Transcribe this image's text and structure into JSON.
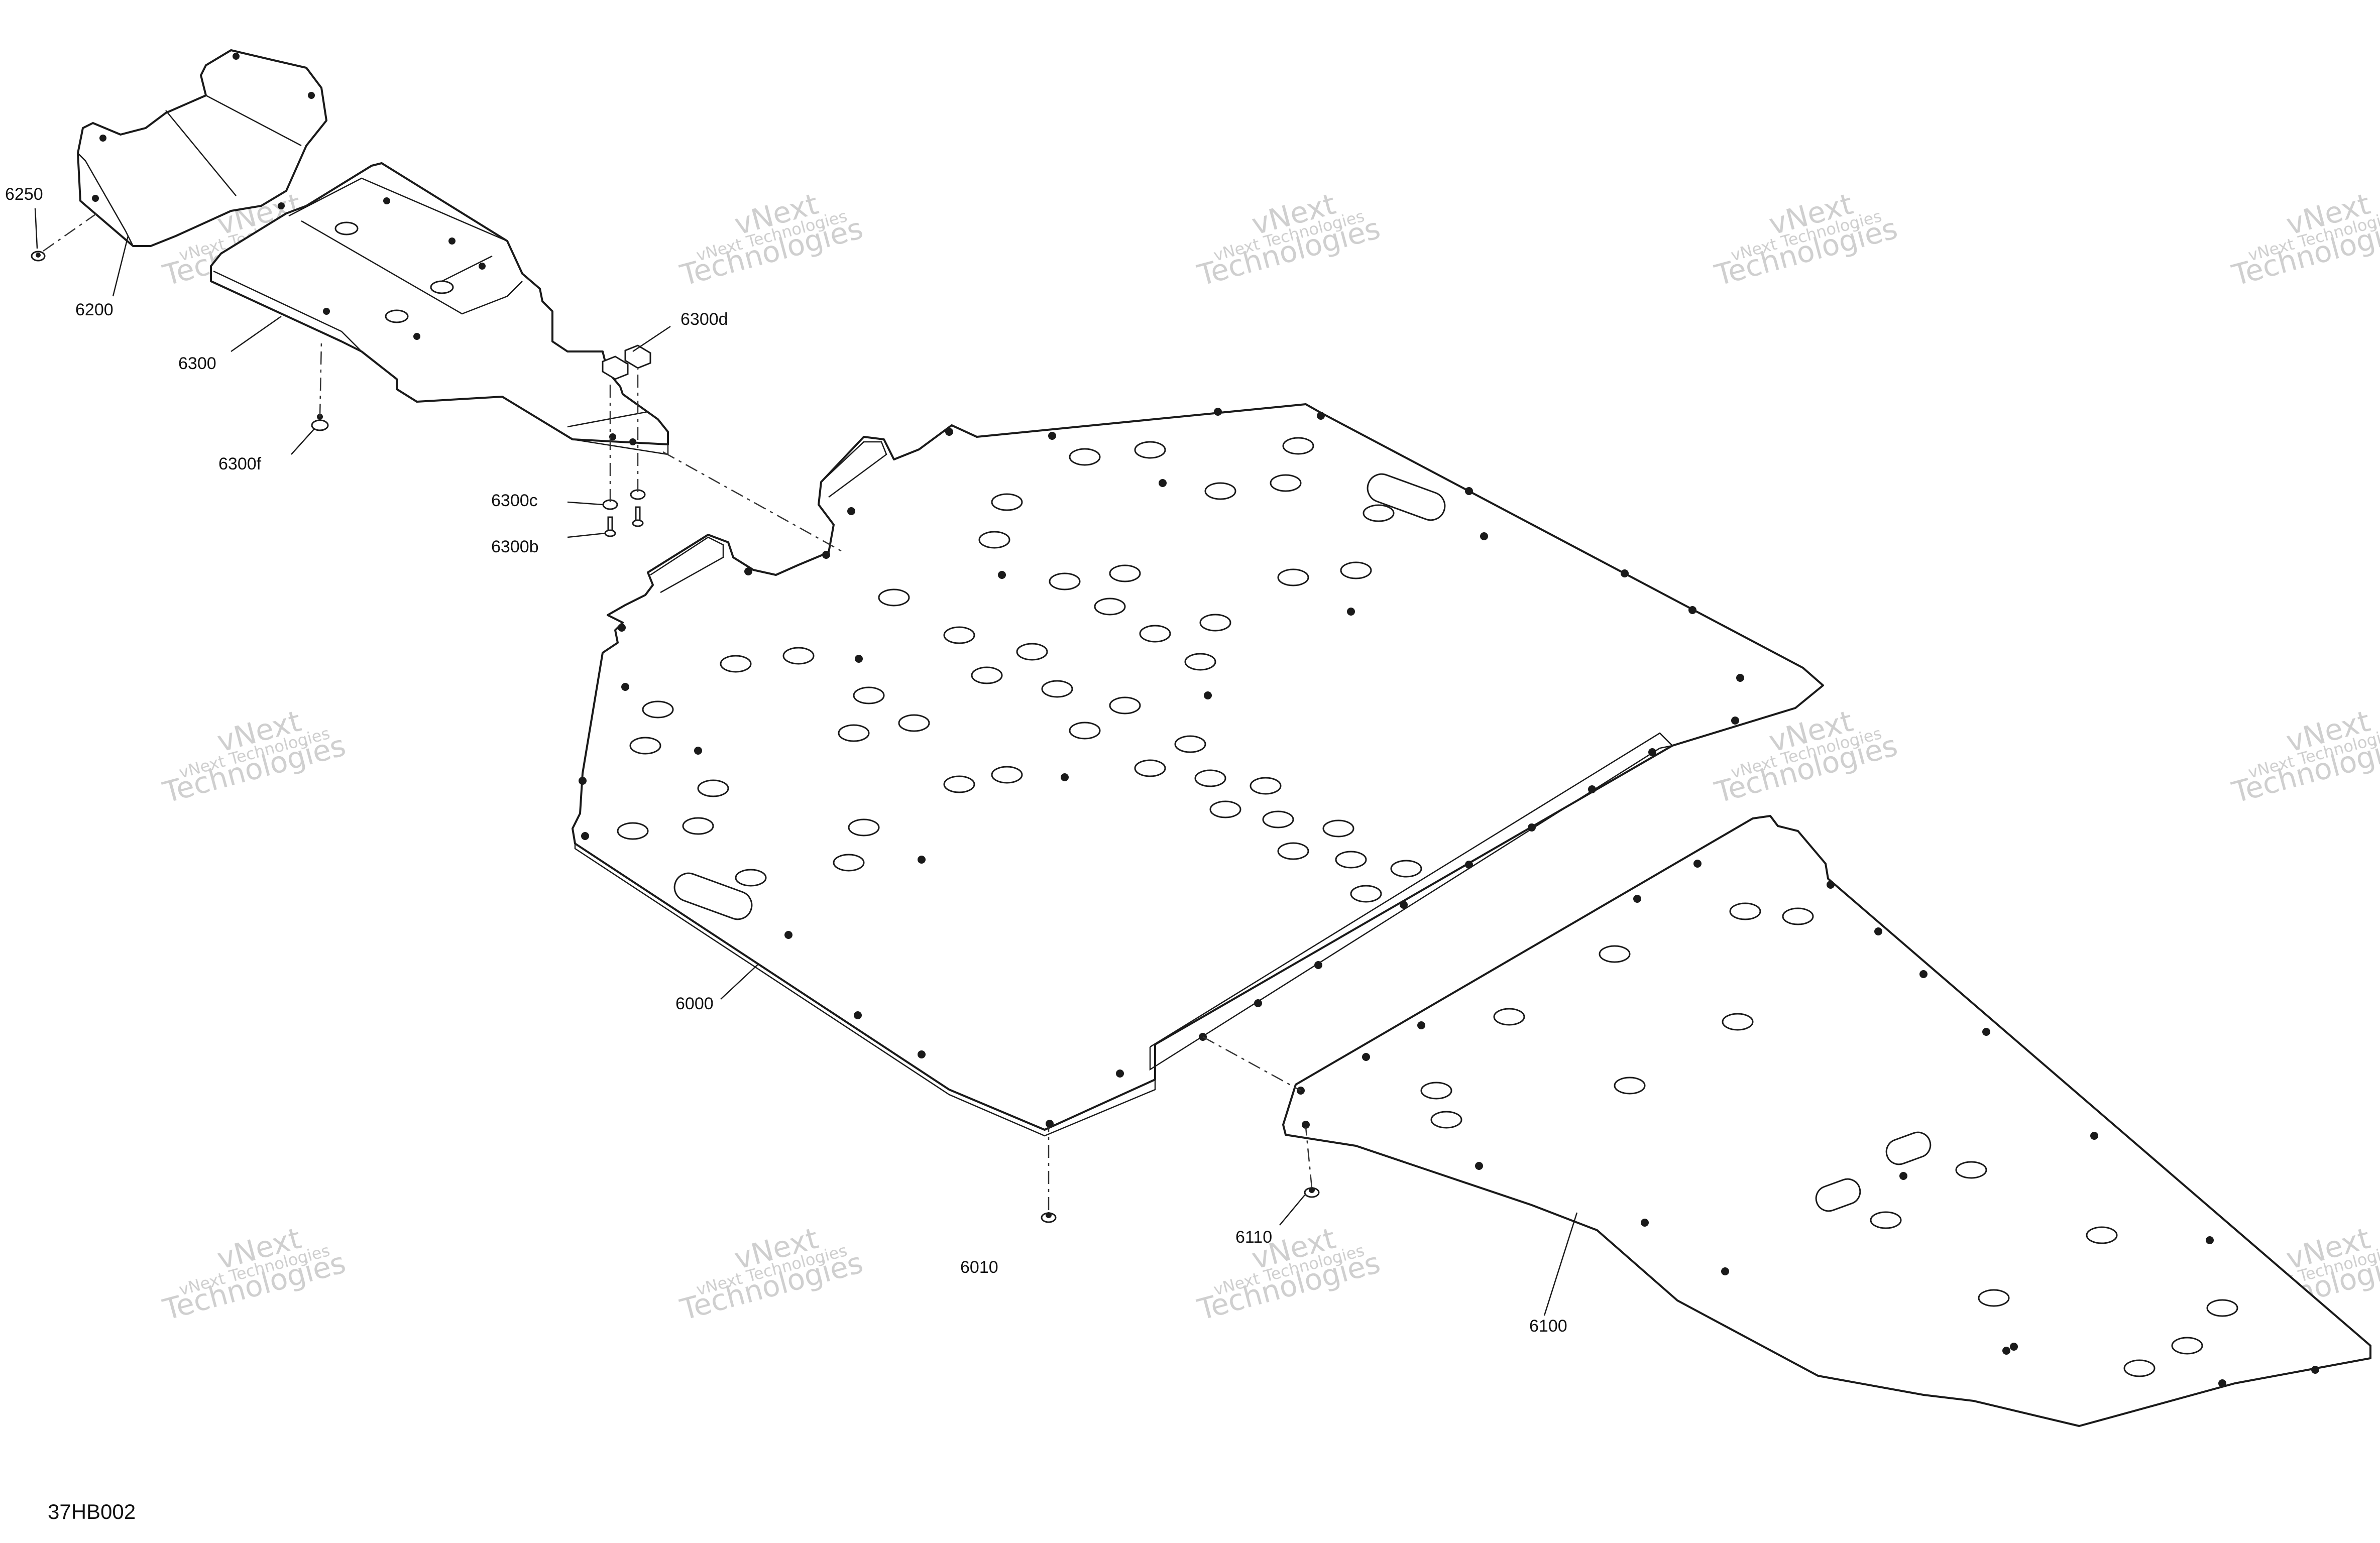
{
  "diagram_code": "37HB002",
  "watermark": {
    "line1": "vNext Technologies",
    "line2": "vNext",
    "line3": "Technologies"
  },
  "callouts": {
    "c6000": "6000",
    "c6010": "6010",
    "c6100": "6100",
    "c6110": "6110",
    "c6200": "6200",
    "c6250": "6250",
    "c6300": "6300",
    "c6300b": "6300b",
    "c6300c": "6300c",
    "c6300d": "6300d",
    "c6300f": "6300f"
  }
}
